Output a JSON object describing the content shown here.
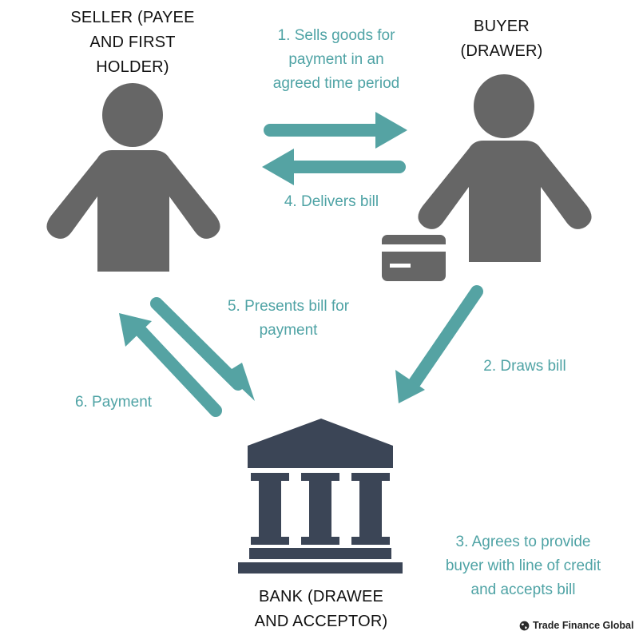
{
  "colors": {
    "person": "#666666",
    "bank": "#3b4556",
    "arrow": "#55a3a3",
    "step_text": "#4fa3a5",
    "card": "#666666"
  },
  "parties": {
    "seller": {
      "lines": [
        "SELLER (PAYEE",
        "AND FIRST",
        "HOLDER)"
      ],
      "icon": "person-icon"
    },
    "buyer": {
      "lines": [
        "BUYER",
        "(DRAWER)"
      ],
      "icon": "person-icon"
    },
    "bank": {
      "lines": [
        "BANK (DRAWEE",
        "AND ACCEPTOR)"
      ],
      "icon": "bank-building-icon"
    }
  },
  "steps": {
    "step1": {
      "lines": [
        "1. Sells goods for",
        "payment in an",
        "agreed time period"
      ],
      "from": "seller",
      "to": "buyer"
    },
    "step2": {
      "lines": [
        "2. Draws bill"
      ],
      "from": "buyer",
      "to": "bank"
    },
    "step3": {
      "lines": [
        "3. Agrees to provide",
        "buyer with line of credit",
        "and accepts bill"
      ],
      "party": "bank"
    },
    "step4": {
      "lines": [
        "4. Delivers bill"
      ],
      "from": "buyer",
      "to": "seller"
    },
    "step5": {
      "lines": [
        "5. Presents bill for",
        "payment"
      ],
      "from": "seller",
      "to": "bank"
    },
    "step6": {
      "lines": [
        "6. Payment"
      ],
      "from": "bank",
      "to": "seller"
    }
  },
  "icons": {
    "card": "credit-card-icon",
    "credit_logo": "globe-icon"
  },
  "credit": {
    "text": "Trade Finance Global"
  }
}
